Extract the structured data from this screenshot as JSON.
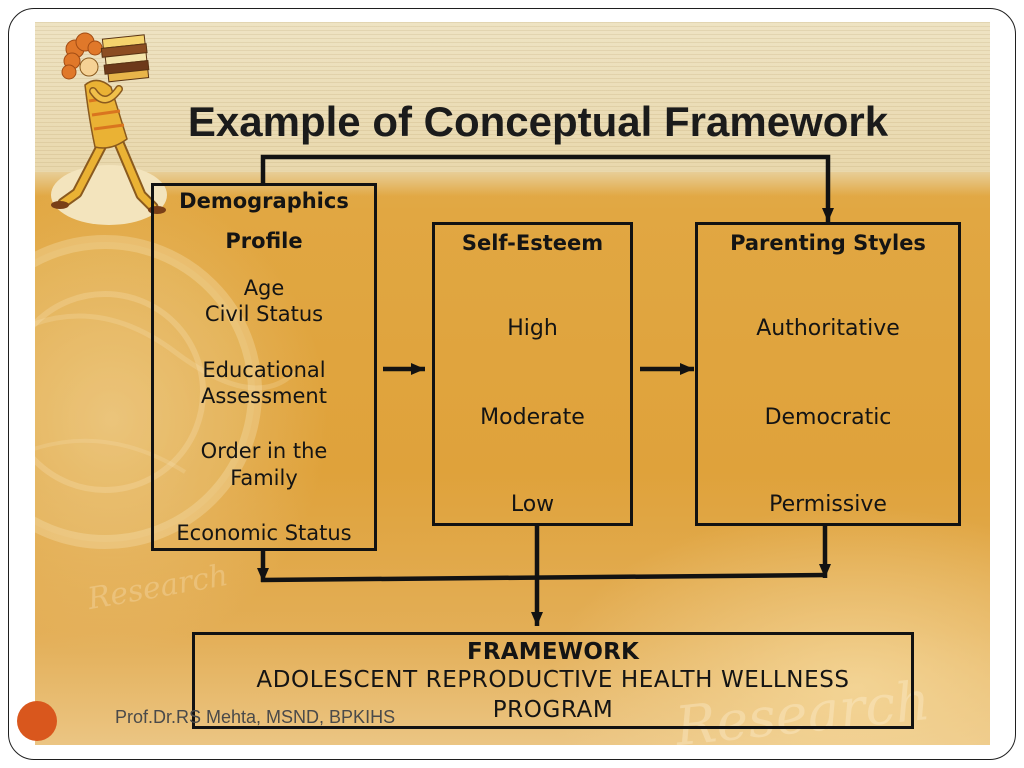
{
  "slide": {
    "title": "Example of Conceptual Framework",
    "footer": "Prof.Dr.RS Mehta, MSND, BPKIHS",
    "watermark": "Research"
  },
  "diagram": {
    "nodes": {
      "demographics": {
        "title_lines": [
          "Demographics",
          "Profile"
        ],
        "item_lines": [
          "Age",
          "Civil Status",
          "Educational",
          "Assessment",
          "Order in the",
          "Family",
          "Economic Status"
        ]
      },
      "self_esteem": {
        "title": "Self-Esteem",
        "items": [
          "High",
          "Moderate",
          "Low"
        ]
      },
      "parenting_styles": {
        "title": "Parenting Styles",
        "items": [
          "Authoritative",
          "Democratic",
          "Permissive"
        ]
      },
      "framework": {
        "title": "FRAMEWORK",
        "text_lines": [
          "ADOLESCENT REPRODUCTIVE HEALTH WELLNESS",
          "PROGRAM"
        ]
      }
    }
  },
  "icons": {
    "clipart": "person-carrying-books-icon",
    "footer_bullet": "orange-circle-icon"
  },
  "colors": {
    "slide_gold": "#dfa23b",
    "header_band": "#e9d8ad",
    "box_border": "#121212",
    "footer_dot": "#d9571d"
  }
}
